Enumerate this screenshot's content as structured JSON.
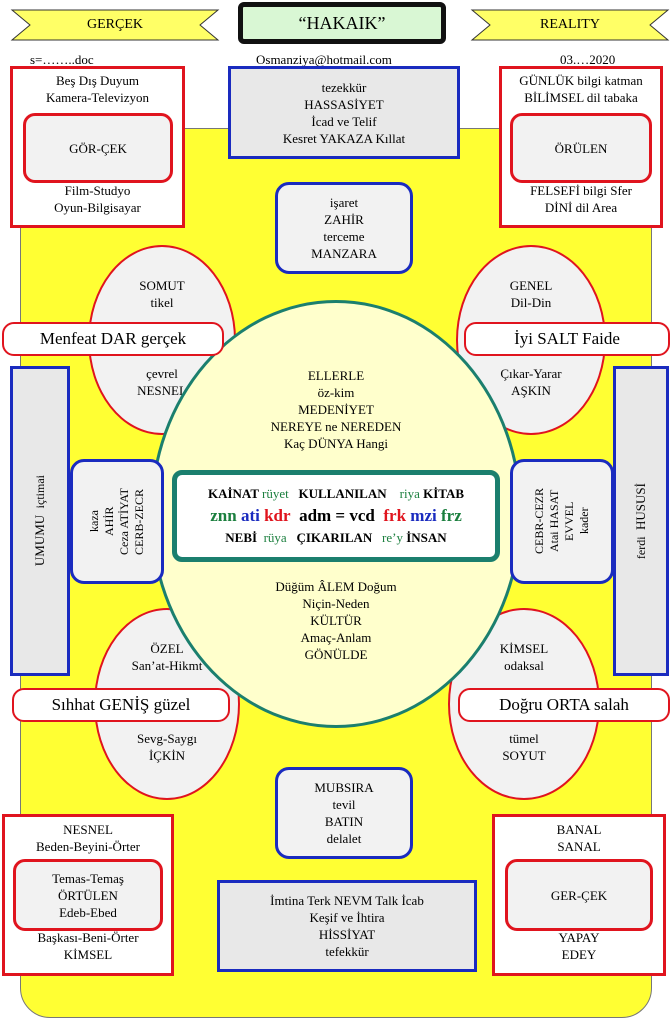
{
  "header": {
    "left_banner": "GERÇEK",
    "title": "“HAKAIK”",
    "right_banner": "REALITY",
    "file_line": "s=……..doc",
    "email": "Osmanziya@hotmail.com",
    "date": "03.…2020"
  },
  "top_left_box": {
    "lines": [
      "Beş Dış Duyum",
      "Kamera-Televizyon"
    ],
    "inner": "GÖR-ÇEK",
    "bottom_lines": [
      "Film-Studyo",
      "Oyun-Bilgisayar"
    ]
  },
  "top_right_box": {
    "lines": [
      "GÜNLÜK bilgi katman",
      "BİLİMSEL dil tabaka"
    ],
    "inner": "ÖRÜLEN",
    "bottom_lines": [
      "FELSEFİ bilgi Sfer",
      "DİNİ dil Area"
    ]
  },
  "top_center_box": {
    "lines": [
      "tezekkür",
      "HASSASİYET",
      "İcad ve Telif",
      "Kesret YAKAZA Kıllat"
    ]
  },
  "upper_mid_box": {
    "lines": [
      "işaret",
      "ZAHİR",
      "terceme",
      "MANZARA"
    ]
  },
  "upper_left_oval": {
    "top": [
      "SOMUT",
      "tikel"
    ],
    "bottom": [
      "çevrel",
      "NESNEL"
    ]
  },
  "upper_right_oval": {
    "top": [
      "GENEL",
      "Dil-Din"
    ],
    "bottom": [
      "Çıkar-Yarar",
      "AŞKIN"
    ]
  },
  "banner_left_upper": "Menfeat DAR gerçek",
  "banner_right_upper": "İyi SALT Faide",
  "center_oval": {
    "top_lines": [
      "ELLERLE",
      "öz-kim",
      "MEDENİYET",
      "NEREYE ne NEREDEN",
      "Kaç DÜNYA Hangi"
    ],
    "bottom_lines": [
      "Düğüm ÂLEM Doğum",
      "Niçin-Neden",
      "KÜLTÜR",
      "Amaç-Anlam",
      "GÖNÜLDE"
    ]
  },
  "center_box": {
    "row1": [
      "KAİNAT",
      "rüyet",
      "KULLANILAN",
      "riya",
      "KİTAB"
    ],
    "row2": [
      "znn",
      "ati",
      "kdr",
      "adm = vcd",
      "frk",
      "mzi",
      "frz"
    ],
    "row3": [
      "NEBİ",
      "rüya",
      "ÇIKARILAN",
      "re’y",
      "İNSAN"
    ]
  },
  "left_vertical_box": {
    "bold": "UMUMU",
    "small": "içtimai"
  },
  "right_vertical_box": {
    "bold": "HUSUSİ",
    "small": "ferdi"
  },
  "left_mid_box": {
    "lines": [
      "kaza",
      "AHİR",
      "Ceza ATİYAT",
      "CERB-ZECR"
    ]
  },
  "right_mid_box": {
    "lines": [
      "CEBR-CEZR",
      "Atai HASAT",
      "EVVEL",
      "kader"
    ]
  },
  "lower_left_oval": {
    "top": [
      "ÖZEL",
      "San’at-Hikmt"
    ],
    "bottom": [
      "Sevg-Saygı",
      "İÇKİN"
    ]
  },
  "lower_right_oval": {
    "top": [
      "KİMSEL",
      "odaksal"
    ],
    "bottom": [
      "tümel",
      "SOYUT"
    ]
  },
  "banner_left_lower": "Sıhhat GENİŞ güzel",
  "banner_right_lower": "Doğru ORTA salah",
  "lower_mid_box": {
    "lines": [
      "MUBSIRA",
      "tevil",
      "BATIN",
      "delalet"
    ]
  },
  "bottom_center_box": {
    "lines": [
      "İmtina Terk NEVM Talk İcab",
      "Keşif ve İhtira",
      "HİSSİYAT",
      "tefekkür"
    ]
  },
  "bottom_left_box": {
    "lines": [
      "NESNEL",
      "Beden-Beyini-Örter"
    ],
    "inner": [
      "Temas-Temaş",
      "ÖRTÜLEN",
      "Edeb-Ebed"
    ],
    "bottom_lines": [
      "Başkası-Beni-Örter",
      "KİMSEL"
    ]
  },
  "bottom_right_box": {
    "lines": [
      "BANAL",
      "SANAL"
    ],
    "inner": "GER-ÇEK",
    "bottom_lines": [
      "YAPAY",
      "EDEY"
    ]
  },
  "colors": {
    "yellow": "#ffff33",
    "red": "#e0141e",
    "blue": "#1a2bbf",
    "teal": "#1b7f6e",
    "green_title": "#d9f7d4"
  }
}
